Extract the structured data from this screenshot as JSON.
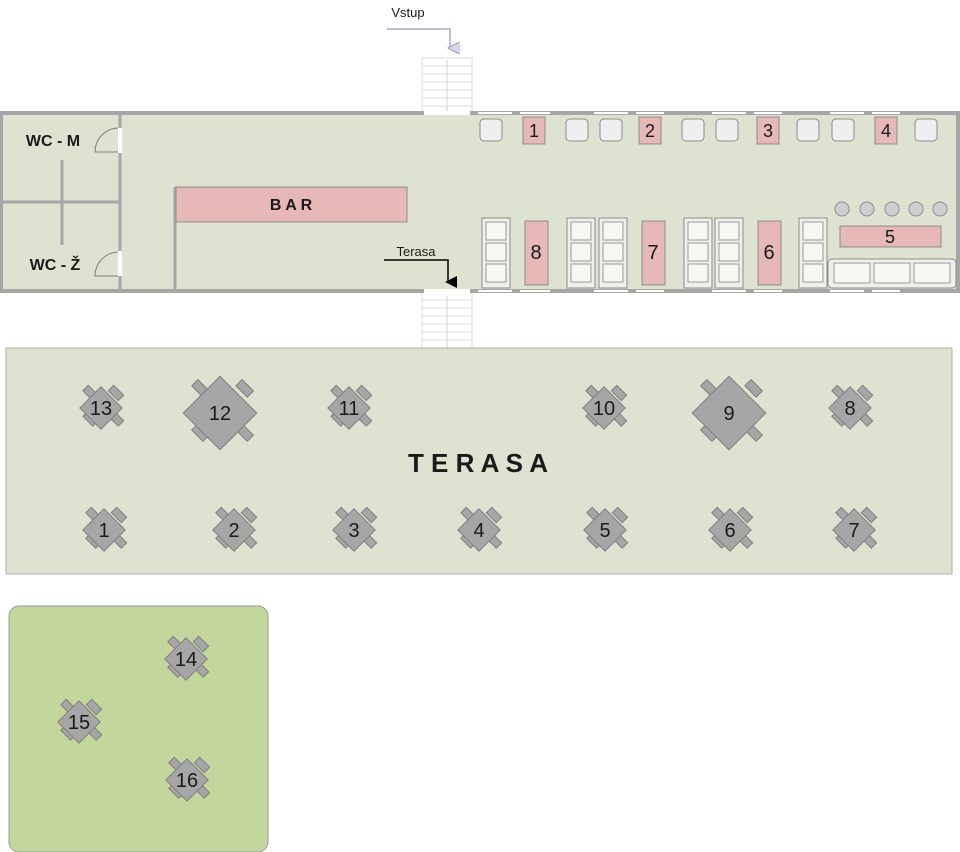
{
  "entrance": {
    "label": "Vstup"
  },
  "restrooms": {
    "men": "WC - M",
    "women": "WC - Ž"
  },
  "bar": {
    "label": "B A R"
  },
  "terrace_arrow": {
    "label": "Terasa"
  },
  "indoor_tables": [
    {
      "id": "t1",
      "number": "1"
    },
    {
      "id": "t2",
      "number": "2"
    },
    {
      "id": "t3",
      "number": "3"
    },
    {
      "id": "t4",
      "number": "4"
    },
    {
      "id": "t5",
      "number": "5"
    },
    {
      "id": "t6",
      "number": "6"
    },
    {
      "id": "t7",
      "number": "7"
    },
    {
      "id": "t8",
      "number": "8"
    }
  ],
  "terrace": {
    "title": "T E R A S A",
    "tables": [
      {
        "number": "13"
      },
      {
        "number": "12"
      },
      {
        "number": "11"
      },
      {
        "number": "10"
      },
      {
        "number": "9"
      },
      {
        "number": "8"
      },
      {
        "number": "1"
      },
      {
        "number": "2"
      },
      {
        "number": "3"
      },
      {
        "number": "4"
      },
      {
        "number": "5"
      },
      {
        "number": "6"
      },
      {
        "number": "7"
      }
    ]
  },
  "garden": {
    "tables": [
      {
        "number": "14"
      },
      {
        "number": "15"
      },
      {
        "number": "16"
      }
    ]
  },
  "colors": {
    "floor": "#dde3d0",
    "garden": "#c3d69b",
    "table_pink": "#e6b8b7",
    "table_gray": "#a6a6a6",
    "wall": "#a6a6a6",
    "stairs": "#d9d9d9",
    "entrance": "#b4a7d6"
  }
}
